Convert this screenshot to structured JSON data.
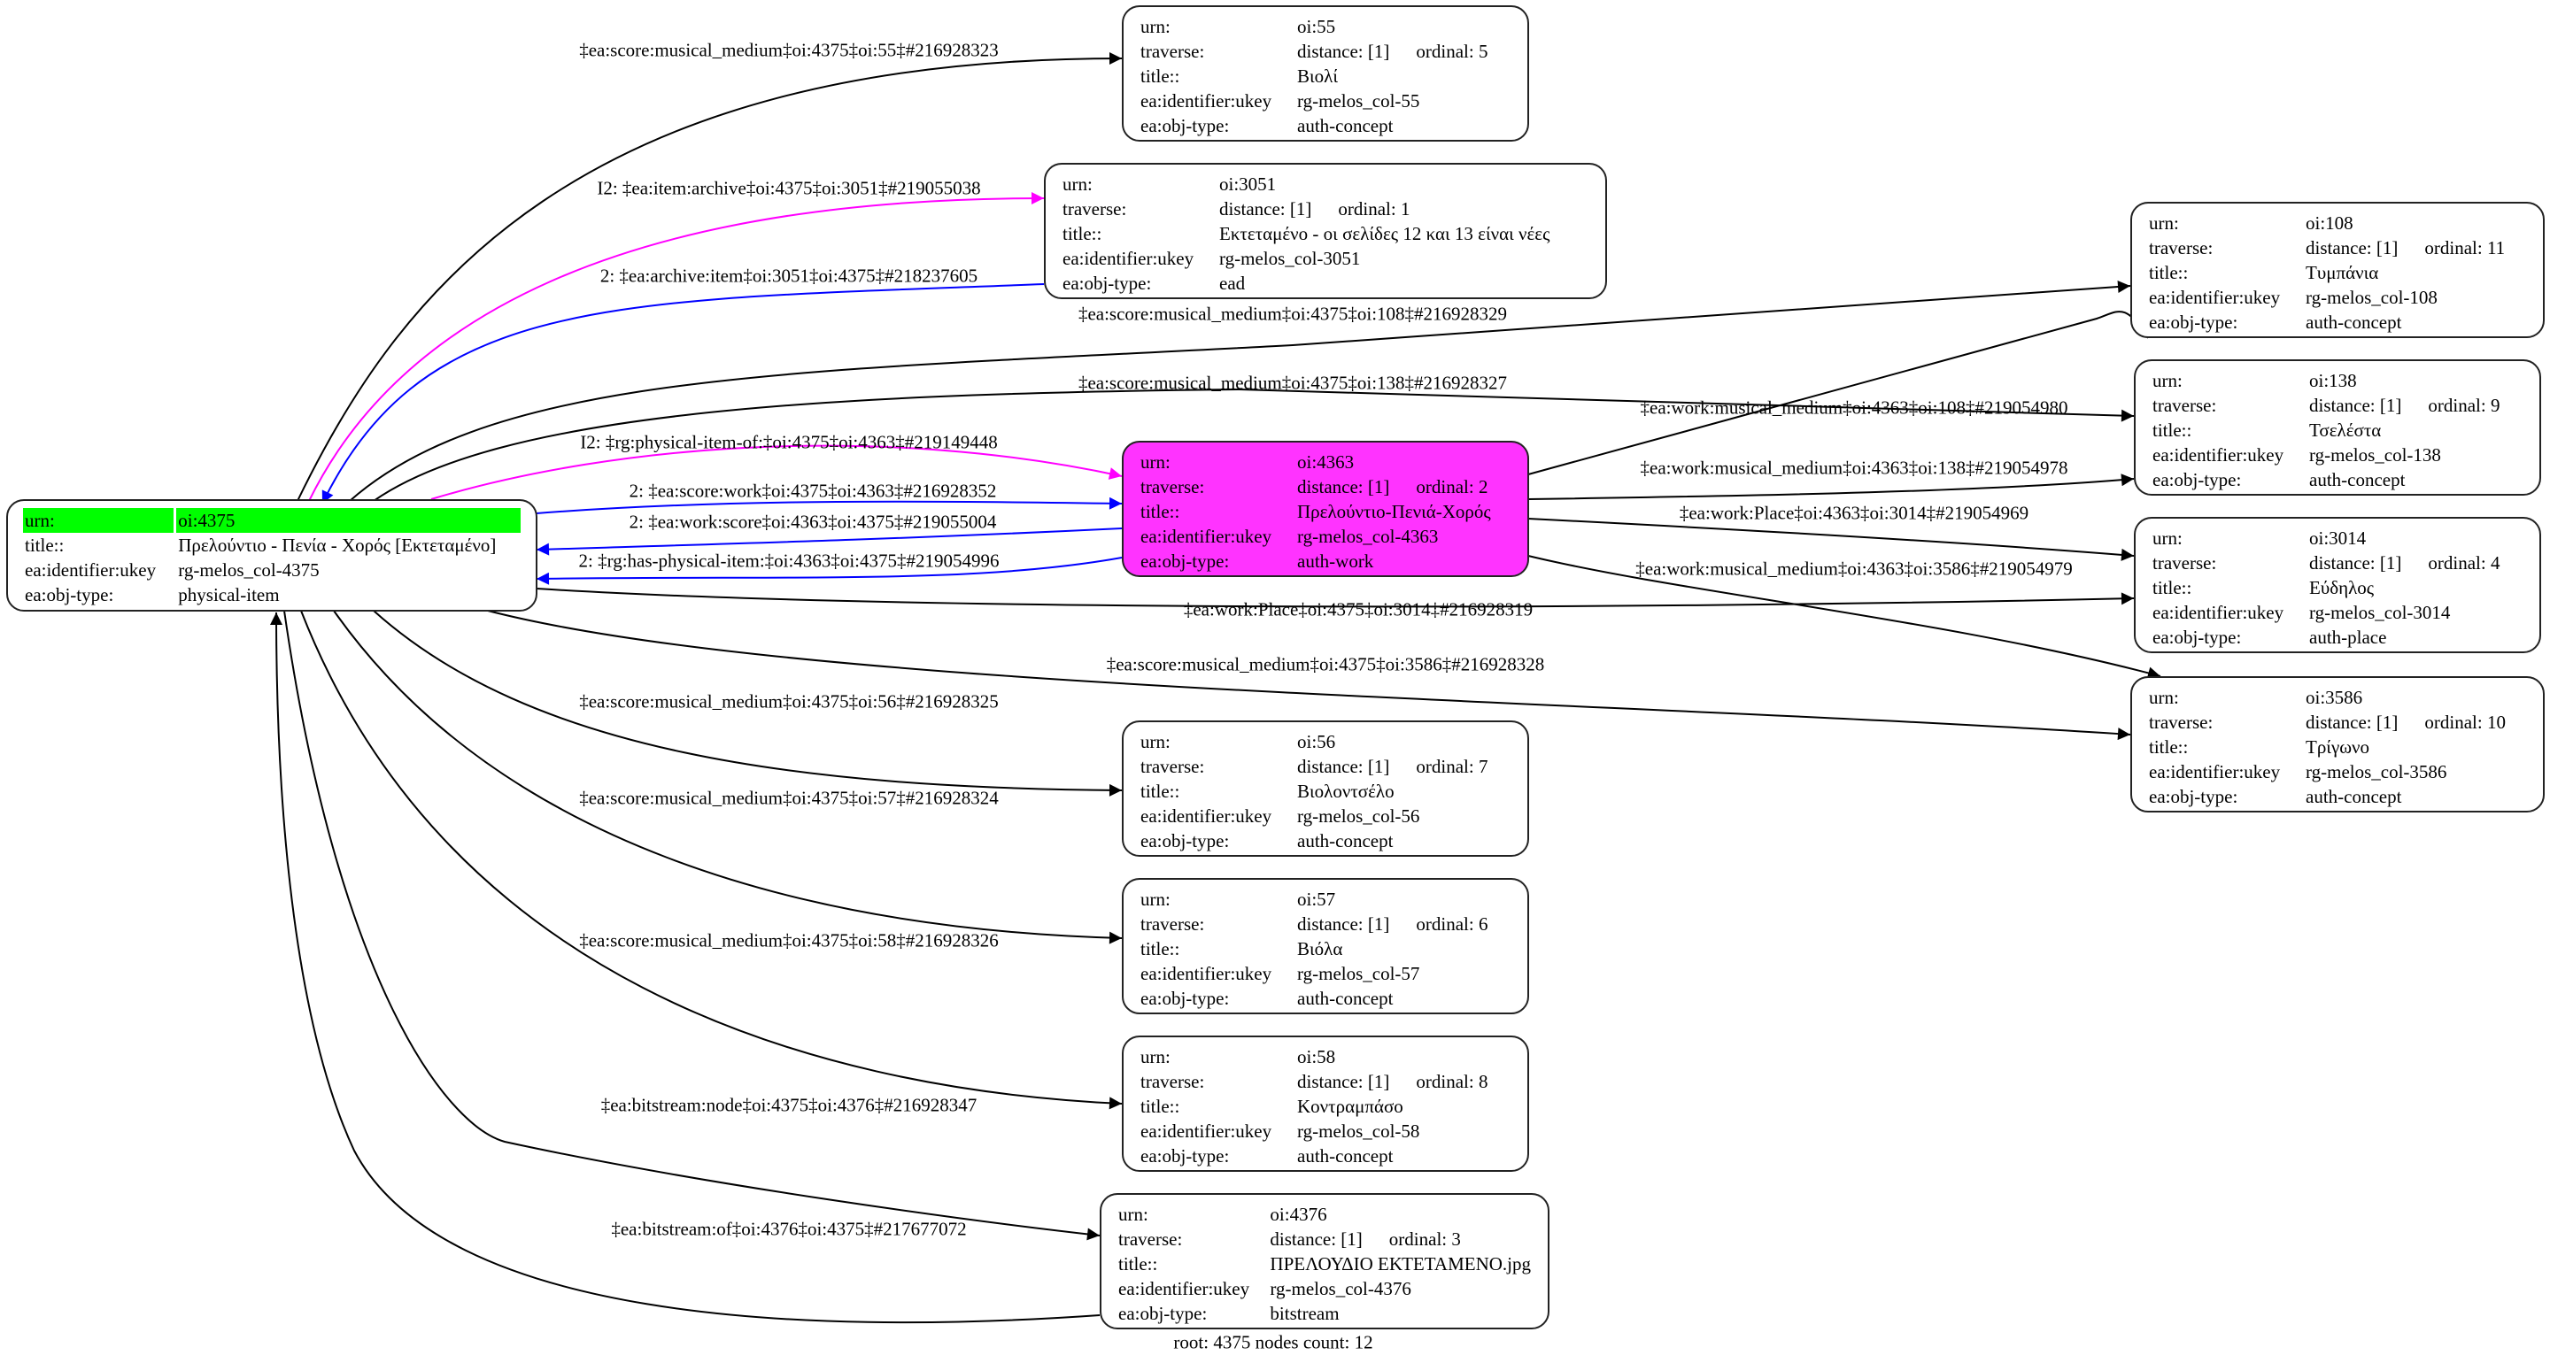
{
  "colors": {
    "black": "#000000",
    "magenta": "#ff00ff",
    "blue": "#0000ff",
    "root_highlight": "#00ff00",
    "focus_node": "#ff33ff"
  },
  "root": {
    "urn_label": "urn:",
    "urn": "oi:4375",
    "title_label": "title::",
    "title": "Πρελούντιο - Πενία - Χορός [Εκτεταμένο]",
    "ukey_label": "ea:identifier:ukey",
    "ukey": "rg-melos_col-4375",
    "type_label": "ea:obj-type:",
    "type": "physical-item"
  },
  "nodes": [
    {
      "id": "oi:55",
      "distance": "distance: [1]",
      "ordinal": "ordinal: 5",
      "title": "Βιολί",
      "ukey": "rg-melos_col-55",
      "type": "auth-concept"
    },
    {
      "id": "oi:3051",
      "distance": "distance: [1]",
      "ordinal": "ordinal: 1",
      "title": "Εκτεταμένο - οι σελίδες 12 και 13 είναι νέες",
      "ukey": "rg-melos_col-3051",
      "type": "ead"
    },
    {
      "id": "oi:108",
      "distance": "distance: [1]",
      "ordinal": "ordinal: 11",
      "title": "Τυμπάνια",
      "ukey": "rg-melos_col-108",
      "type": "auth-concept"
    },
    {
      "id": "oi:138",
      "distance": "distance: [1]",
      "ordinal": "ordinal: 9",
      "title": "Τσελέστα",
      "ukey": "rg-melos_col-138",
      "type": "auth-concept"
    },
    {
      "id": "oi:4363",
      "distance": "distance: [1]",
      "ordinal": "ordinal: 2",
      "title": "Πρελούντιο-Πενιά-Χορός",
      "ukey": "rg-melos_col-4363",
      "type": "auth-work",
      "highlighted": true
    },
    {
      "id": "oi:3014",
      "distance": "distance: [1]",
      "ordinal": "ordinal: 4",
      "title": "Εύδηλος",
      "ukey": "rg-melos_col-3014",
      "type": "auth-place"
    },
    {
      "id": "oi:3586",
      "distance": "distance: [1]",
      "ordinal": "ordinal: 10",
      "title": "Τρίγωνο",
      "ukey": "rg-melos_col-3586",
      "type": "auth-concept"
    },
    {
      "id": "oi:56",
      "distance": "distance: [1]",
      "ordinal": "ordinal: 7",
      "title": "Βιολοντσέλο",
      "ukey": "rg-melos_col-56",
      "type": "auth-concept"
    },
    {
      "id": "oi:57",
      "distance": "distance: [1]",
      "ordinal": "ordinal: 6",
      "title": "Βιόλα",
      "ukey": "rg-melos_col-57",
      "type": "auth-concept"
    },
    {
      "id": "oi:58",
      "distance": "distance: [1]",
      "ordinal": "ordinal: 8",
      "title": "Κοντραμπάσο",
      "ukey": "rg-melos_col-58",
      "type": "auth-concept"
    },
    {
      "id": "oi:4376",
      "distance": "distance: [1]",
      "ordinal": "ordinal: 3",
      "title": "ΠΡΕΛΟΥΔΙΟ ΕΚΤΕΤΑΜΕΝΟ.jpg",
      "ukey": "rg-melos_col-4376",
      "type": "bitstream"
    }
  ],
  "row_labels": {
    "urn": "urn:",
    "traverse": "traverse:",
    "title": "title::",
    "ukey": "ea:identifier:ukey",
    "type": "ea:obj-type:"
  },
  "edges": [
    {
      "label": "‡ea:score:musical_medium‡oi:4375‡oi:55‡#216928323",
      "color": "#000000"
    },
    {
      "label": "I2: ‡ea:item:archive‡oi:4375‡oi:3051‡#219055038",
      "color": "#ff00ff"
    },
    {
      "label": "2: ‡ea:archive:item‡oi:3051‡oi:4375‡#218237605",
      "color": "#0000ff"
    },
    {
      "label": "‡ea:score:musical_medium‡oi:4375‡oi:108‡#216928329",
      "color": "#000000"
    },
    {
      "label": "‡ea:score:musical_medium‡oi:4375‡oi:138‡#216928327",
      "color": "#000000"
    },
    {
      "label": "I2: ‡rg:physical-item-of:‡oi:4375‡oi:4363‡#219149448",
      "color": "#ff00ff"
    },
    {
      "label": "2: ‡ea:score:work‡oi:4375‡oi:4363‡#216928352",
      "color": "#0000ff"
    },
    {
      "label": "2: ‡ea:work:score‡oi:4363‡oi:4375‡#219055004",
      "color": "#0000ff"
    },
    {
      "label": "2: ‡rg:has-physical-item:‡oi:4363‡oi:4375‡#219054996",
      "color": "#0000ff"
    },
    {
      "label": "‡ea:work:Place‡oi:4375‡oi:3014‡#216928319",
      "color": "#000000"
    },
    {
      "label": "‡ea:score:musical_medium‡oi:4375‡oi:3586‡#216928328",
      "color": "#000000"
    },
    {
      "label": "‡ea:score:musical_medium‡oi:4375‡oi:56‡#216928325",
      "color": "#000000"
    },
    {
      "label": "‡ea:score:musical_medium‡oi:4375‡oi:57‡#216928324",
      "color": "#000000"
    },
    {
      "label": "‡ea:score:musical_medium‡oi:4375‡oi:58‡#216928326",
      "color": "#000000"
    },
    {
      "label": "‡ea:bitstream:node‡oi:4375‡oi:4376‡#216928347",
      "color": "#000000"
    },
    {
      "label": "‡ea:bitstream:of‡oi:4376‡oi:4375‡#217677072",
      "color": "#000000"
    },
    {
      "label": "‡ea:work:musical_medium‡oi:4363‡oi:108‡#219054980",
      "color": "#000000"
    },
    {
      "label": "‡ea:work:musical_medium‡oi:4363‡oi:138‡#219054978",
      "color": "#000000"
    },
    {
      "label": "‡ea:work:Place‡oi:4363‡oi:3014‡#219054969",
      "color": "#000000"
    },
    {
      "label": "‡ea:work:musical_medium‡oi:4363‡oi:3586‡#219054979",
      "color": "#000000"
    }
  ],
  "footer": "root: 4375 nodes count: 12"
}
